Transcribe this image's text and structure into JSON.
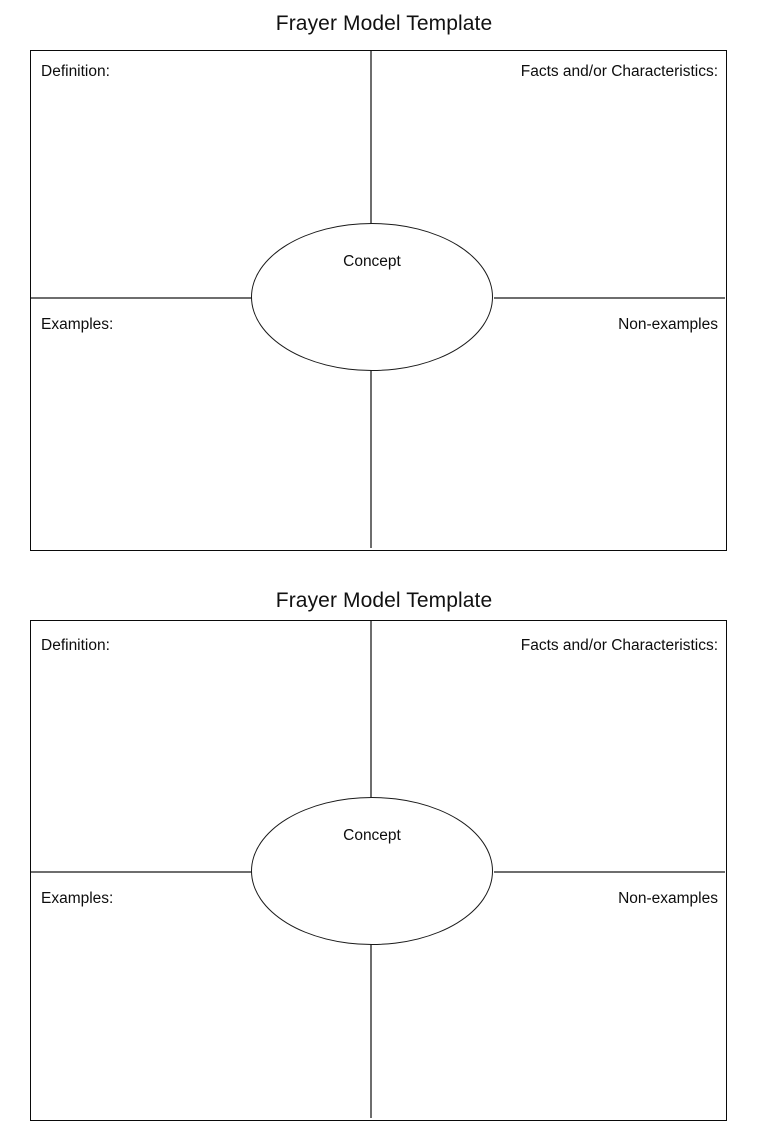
{
  "document": {
    "background_color": "#ffffff",
    "border_color": "#0a0a0a",
    "divider_color": "#6e6e6e",
    "text_color": "#0d0d0d"
  },
  "templates": [
    {
      "title": "Frayer Model Template",
      "center": {
        "label": "Concept"
      },
      "quadrants": {
        "top_left": "Definition:",
        "top_right": "Facts and/or Characteristics:",
        "bottom_left": "Examples:",
        "bottom_right": "Non-examples"
      }
    },
    {
      "title": "Frayer Model Template",
      "center": {
        "label": "Concept"
      },
      "quadrants": {
        "top_left": "Definition:",
        "top_right": "Facts and/or Characteristics:",
        "bottom_left": "Examples:",
        "bottom_right": "Non-examples"
      }
    }
  ]
}
